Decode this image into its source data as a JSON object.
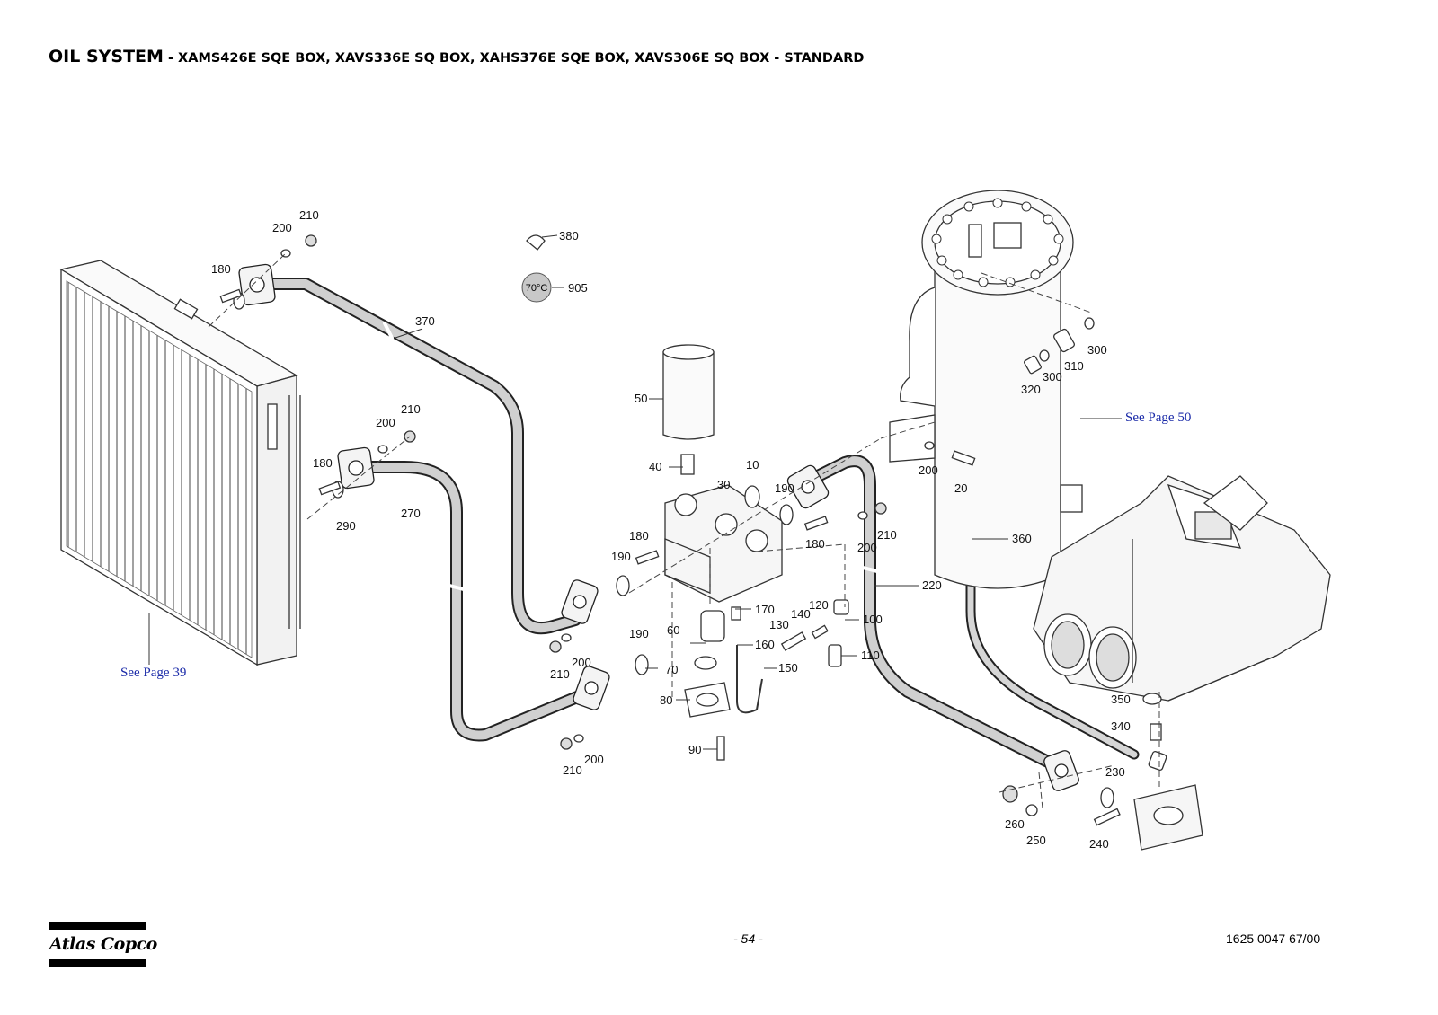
{
  "header": {
    "title": "OIL SYSTEM",
    "subtitle": " - XAMS426E SQE BOX, XAVS336E SQ BOX, XAHS376E SQE BOX, XAVS306E SQ BOX - STANDARD"
  },
  "references": {
    "radiator": "See Page 39",
    "vessel": "See Page 50"
  },
  "thermostat_label": "70°C",
  "callouts": {
    "c210a": "210",
    "c200a": "200",
    "c180a": "180",
    "c370": "370",
    "c380": "380",
    "c905": "905",
    "c210b": "210",
    "c200b": "200",
    "c180b": "180",
    "c290": "290",
    "c270": "270",
    "c50": "50",
    "c40": "40",
    "c30": "30",
    "c10": "10",
    "c190a": "190",
    "c180c": "180",
    "c190b": "190",
    "c180d": "180",
    "c200c": "200",
    "c210c": "210",
    "c210d": "210",
    "c200d": "200",
    "c190c": "190",
    "c210e": "210",
    "c200e": "200",
    "c170": "170",
    "c160": "160",
    "c60": "60",
    "c70": "70",
    "c80": "80",
    "c90": "90",
    "c130": "130",
    "c140": "140",
    "c120": "120",
    "c100": "100",
    "c110": "110",
    "c150": "150",
    "c220": "220",
    "c200f": "200",
    "c20": "20",
    "c360": "360",
    "c300a": "300",
    "c300b": "300",
    "c310": "310",
    "c320": "320",
    "c350": "350",
    "c340": "340",
    "c230": "230",
    "c240": "240",
    "c250": "250",
    "c260": "260"
  },
  "footer": {
    "page": "- 54 -",
    "doc_number": "1625 0047 67/00",
    "brand": "AtlasCopco"
  }
}
